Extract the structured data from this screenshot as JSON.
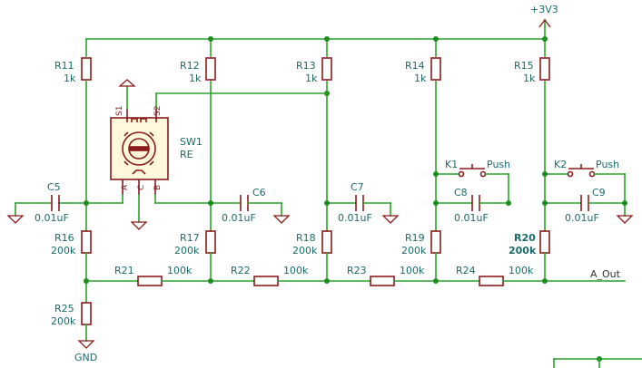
{
  "power": {
    "vcc_label": "+3V3",
    "gnd_label": "GND"
  },
  "resistors": {
    "R11": {
      "ref": "R11",
      "value": "1k"
    },
    "R12": {
      "ref": "R12",
      "value": "1k"
    },
    "R13": {
      "ref": "R13",
      "value": "1k"
    },
    "R14": {
      "ref": "R14",
      "value": "1k"
    },
    "R15": {
      "ref": "R15",
      "value": "1k"
    },
    "R16": {
      "ref": "R16",
      "value": "200k"
    },
    "R17": {
      "ref": "R17",
      "value": "200k"
    },
    "R18": {
      "ref": "R18",
      "value": "200k"
    },
    "R19": {
      "ref": "R19",
      "value": "200k"
    },
    "R20": {
      "ref": "R20",
      "value": "200k"
    },
    "R21": {
      "ref": "R21",
      "value": "100k"
    },
    "R22": {
      "ref": "R22",
      "value": "100k"
    },
    "R23": {
      "ref": "R23",
      "value": "100k"
    },
    "R24": {
      "ref": "R24",
      "value": "100k"
    },
    "R25": {
      "ref": "R25",
      "value": "200k"
    }
  },
  "capacitors": {
    "C5": {
      "ref": "C5",
      "value": "0.01uF"
    },
    "C6": {
      "ref": "C6",
      "value": "0.01uF"
    },
    "C7": {
      "ref": "C7",
      "value": "0.01uF"
    },
    "C8": {
      "ref": "C8",
      "value": "0.01uF"
    },
    "C9": {
      "ref": "C9",
      "value": "0.01uF"
    }
  },
  "switches": {
    "SW1": {
      "ref": "SW1",
      "value": "RE",
      "pins": {
        "s1": "S1",
        "s2": "S2",
        "a": "A",
        "c": "C",
        "b": "B"
      }
    },
    "K1": {
      "ref": "K1",
      "value": "Push"
    },
    "K2": {
      "ref": "K2",
      "value": "Push"
    }
  },
  "nets": {
    "output": "A_Out"
  },
  "colors": {
    "wire": "#2ca02c",
    "junction": "#1e8f1e",
    "component_body": "#8b1a1a",
    "component_fill": "#fff8dc",
    "label_text": "#1a6b6b"
  }
}
